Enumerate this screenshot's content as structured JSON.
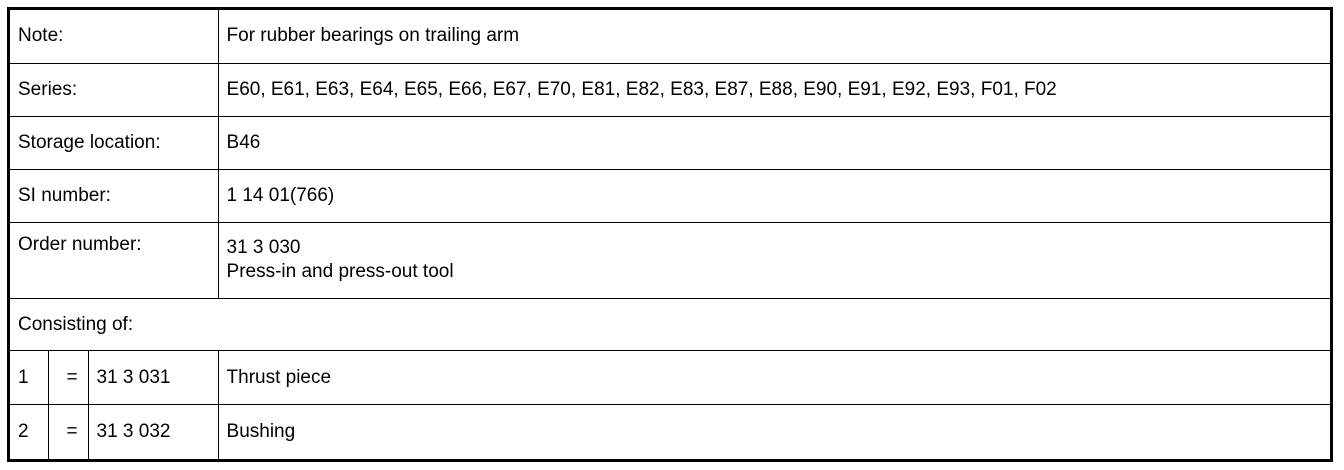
{
  "rows": {
    "note": {
      "label": "Note:",
      "value": "For rubber bearings on trailing arm"
    },
    "series": {
      "label": "Series:",
      "value": "E60, E61, E63, E64, E65, E66, E67, E70, E81, E82, E83, E87, E88, E90, E91, E92, E93, F01, F02"
    },
    "storage": {
      "label": "Storage location:",
      "value": "B46"
    },
    "si": {
      "label": "SI number:",
      "value": "1 14 01(766)"
    },
    "order": {
      "label": "Order number:",
      "value_line1": "31 3 030",
      "value_line2": "Press-in and press-out tool"
    },
    "consisting": {
      "label": "Consisting of:"
    }
  },
  "parts": [
    {
      "index": "1",
      "symbol": "=",
      "number": "31 3 031",
      "name": "Thrust piece"
    },
    {
      "index": "2",
      "symbol": "=",
      "number": "31 3 032",
      "name": "Bushing"
    }
  ]
}
